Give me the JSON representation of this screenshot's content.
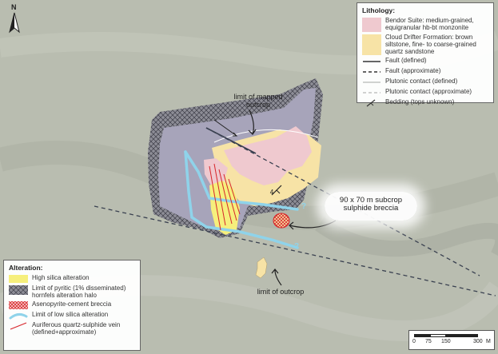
{
  "north_label": "N",
  "lithology": {
    "title": "Lithology:",
    "items": [
      {
        "label": "Bendor Suite: medium-grained, equigranular hb-bt monzonite",
        "color": "#efc9cf"
      },
      {
        "label": "Cloud Drifter Formation: brown siltstone, fine- to coarse-grained quartz sandstone",
        "color": "#f7e3a6"
      },
      {
        "label": "Fault (defined)"
      },
      {
        "label": "Fault (approximate)"
      },
      {
        "label": "Plutonic contact (defined)"
      },
      {
        "label": "Plutonic contact (approximate)"
      },
      {
        "label": "Bedding (tops unknown)"
      }
    ]
  },
  "alteration": {
    "title": "Alteration:",
    "items": [
      {
        "label": "High silica alteration",
        "color": "#f6ef7c"
      },
      {
        "label": "Limit of pyritic (1% disseminated) hornfels alteration halo"
      },
      {
        "label": "Asenopyrite-cement breccia",
        "color": "#d7262b"
      },
      {
        "label": "Limit of low silica alteration",
        "color": "#8fd3ea"
      },
      {
        "label": "Auriferous quartz-sulphide vein (defined+approximate)",
        "color": "#d7262b"
      }
    ]
  },
  "map_labels": {
    "mapped_outcrop": [
      "limit of mapped",
      "outcrop"
    ],
    "subcrop": [
      "90 x 70 m subcrop",
      "sulphide breccia"
    ],
    "limit_outcrop": "limit of outcrop",
    "question_marks": [
      "?",
      "?"
    ],
    "bedding_dip": "4"
  },
  "scale": {
    "ticks": [
      "0",
      "75",
      "150",
      "300"
    ],
    "unit": "M"
  },
  "colors": {
    "terrain": "#b9bdb0",
    "pluton": "#a7a4ba",
    "halo": "#7d7d86",
    "monzonite": "#efc9cf",
    "sediment": "#f7e3a6",
    "high_silica": "#f6ef7c",
    "low_silica": "#8fd3ea",
    "vein": "#d7262b",
    "fault": "#3a4150"
  }
}
